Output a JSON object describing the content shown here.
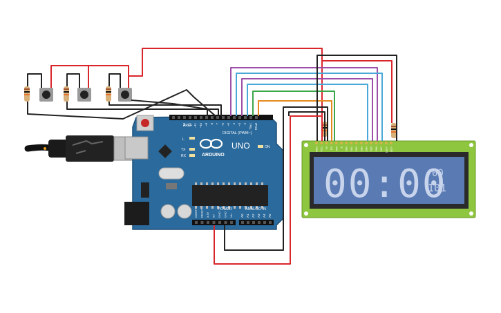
{
  "board": {
    "name": "UNO",
    "brand": "ARDUINO",
    "digital_label": "DIGITAL (PWM~)",
    "power_label": "POWER",
    "analog_label": "ANALOG IN",
    "tx": "TX",
    "rx": "RX",
    "l": "L",
    "on": "ON",
    "aref": "AREF",
    "gnd": "GND",
    "digital_pins": [
      "13",
      "12",
      "~11",
      "~10",
      "~9",
      "8",
      "7",
      "~6",
      "~5",
      "4",
      "~3",
      "2",
      "TX▸1",
      "RX◂0"
    ],
    "power_pins": [
      "IOREF",
      "RESET",
      "3.3V",
      "5V",
      "GND",
      "GND",
      "Vin"
    ],
    "analog_pins": [
      "A0",
      "A1",
      "A2",
      "A3",
      "A4",
      "A5"
    ]
  },
  "lcd": {
    "pin_labels": [
      "GND",
      "VCC",
      "V0",
      "RS",
      "RW",
      "E",
      "DB0",
      "DB1",
      "DB2",
      "DB3",
      "DB4",
      "DB5",
      "DB6",
      "DB7",
      "LED+",
      "LED-"
    ],
    "big_text": "00:00",
    "small_line1": "00",
    "small_line2": "101"
  },
  "colors": {
    "board": "#2b6a9c",
    "lcd_pcb": "#8ec63f",
    "lcd_screen": "#5a7ab3",
    "wire_red": "#d9262b",
    "wire_black": "#222222"
  }
}
